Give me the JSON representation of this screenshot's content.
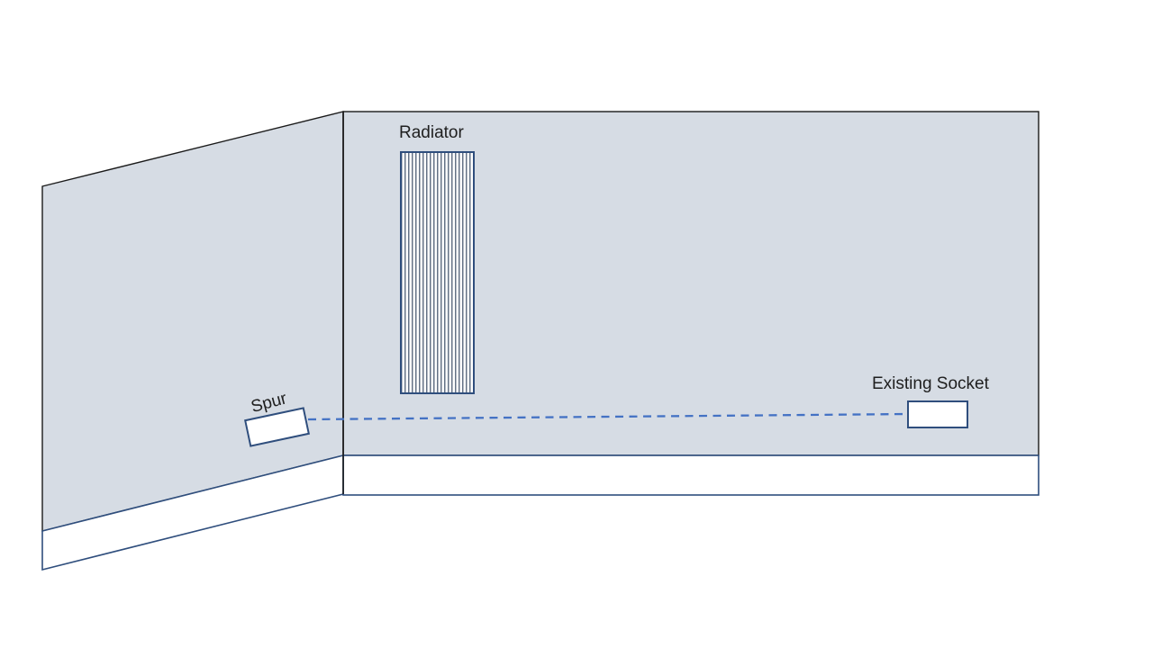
{
  "diagram": {
    "labels": {
      "radiator": "Radiator",
      "spur": "Spur",
      "existing_socket": "Existing Socket"
    },
    "colors": {
      "page-bg": "#ffffff",
      "wall-fill": "#d6dce4",
      "wall-outline": "#1a1a1a",
      "fixture-fill": "#ffffff",
      "fixture-outline": "#2f4e7d",
      "radiator-stripe": "#3e4e68",
      "cable-line": "#4472c4",
      "label-text": "#1f1f1f"
    }
  }
}
